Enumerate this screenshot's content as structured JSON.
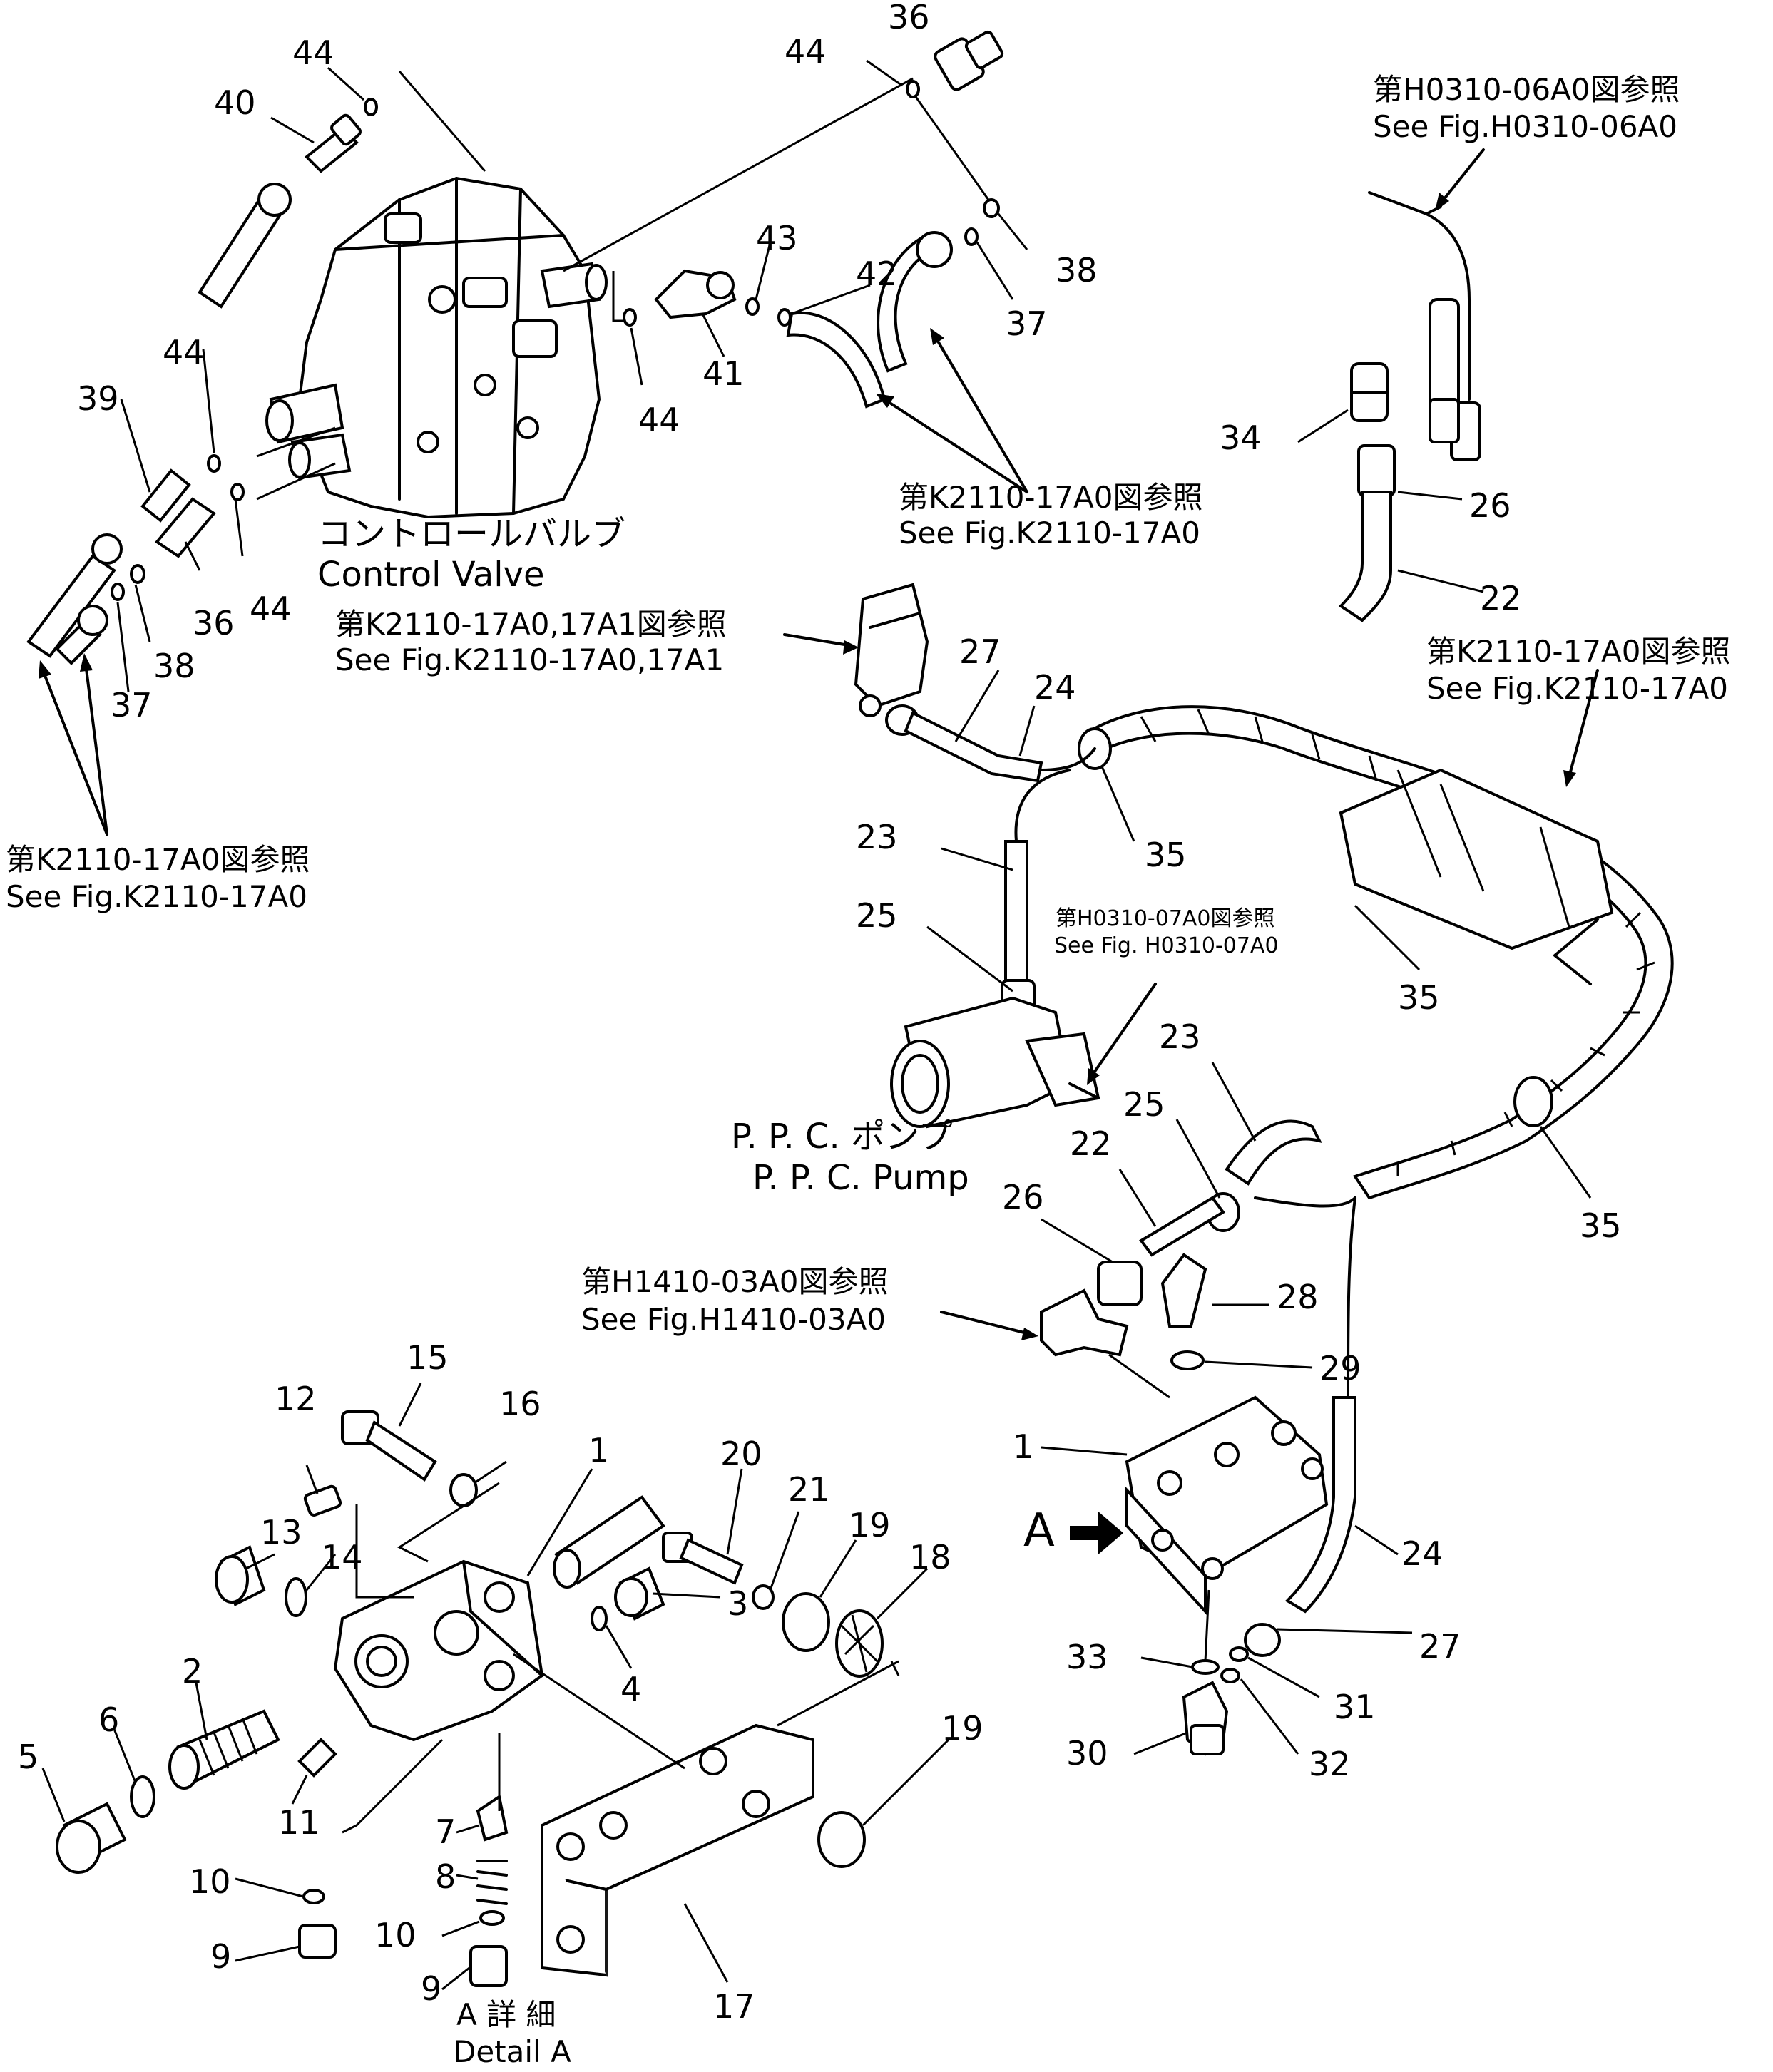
{
  "captions": {
    "control_valve_jp": "コントロールバルブ",
    "control_valve_en": "Control Valve",
    "ppc_pump_jp": "P. P. C. ポンプ",
    "ppc_pump_en": "P. P. C. Pump",
    "detail_jp": "A 詳 細",
    "detail_en": "Detail A",
    "arrow_a": "A"
  },
  "references": {
    "h0310_06a0_jp": "第H0310-06A0図参照",
    "h0310_06a0_en": "See Fig.H0310-06A0",
    "k2110_17a0_top_jp": "第K2110-17A0図参照",
    "k2110_17a0_top_en": "See Fig.K2110-17A0",
    "k2110_17a0_17a1_jp": "第K2110-17A0,17A1図参照",
    "k2110_17a0_17a1_en": "See Fig.K2110-17A0,17A1",
    "k2110_17a0_right_jp": "第K2110-17A0図参照",
    "k2110_17a0_right_en": "See Fig.K2110-17A0",
    "k2110_17a0_left_jp": "第K2110-17A0図参照",
    "k2110_17a0_left_en": "See Fig.K2110-17A0",
    "h0310_07a0_jp": "第H0310-07A0図参照",
    "h0310_07a0_en": "See Fig. H0310-07A0",
    "h1410_03a0_jp": "第H1410-03A0図参照",
    "h1410_03a0_en": "See Fig.H1410-03A0"
  },
  "callouts": {
    "c44a": "44",
    "c40": "40",
    "c36a": "36",
    "c44b": "44",
    "c38a": "38",
    "c37a": "37",
    "c43": "43",
    "c42": "42",
    "c44c": "44",
    "c41": "41",
    "c44d": "44",
    "c39": "39",
    "c36b": "36",
    "c44e": "44",
    "c38b": "38",
    "c37b": "37",
    "c34": "34",
    "c26a": "26",
    "c22a": "22",
    "c27a": "27",
    "c24a": "24",
    "c35a": "35",
    "c23a": "23",
    "c25a": "25",
    "c35b": "35",
    "c23b": "23",
    "c25b": "25",
    "c22b": "22",
    "c26b": "26",
    "c35c": "35",
    "c28": "28",
    "c29": "29",
    "c1a": "1",
    "c24b": "24",
    "c27b": "27",
    "c33": "33",
    "c31": "31",
    "c32": "32",
    "c30": "30",
    "c15": "15",
    "c16": "16",
    "c12": "12",
    "c1b": "1",
    "c20": "20",
    "c21": "21",
    "c19a": "19",
    "c18": "18",
    "c13": "13",
    "c14": "14",
    "c3": "3",
    "c4": "4",
    "c2": "2",
    "c6": "6",
    "c5": "5",
    "c11": "11",
    "c7": "7",
    "c8": "8",
    "c10a": "10",
    "c10b": "10",
    "c9a": "9",
    "c9b": "9",
    "c17": "17",
    "c19b": "19"
  }
}
